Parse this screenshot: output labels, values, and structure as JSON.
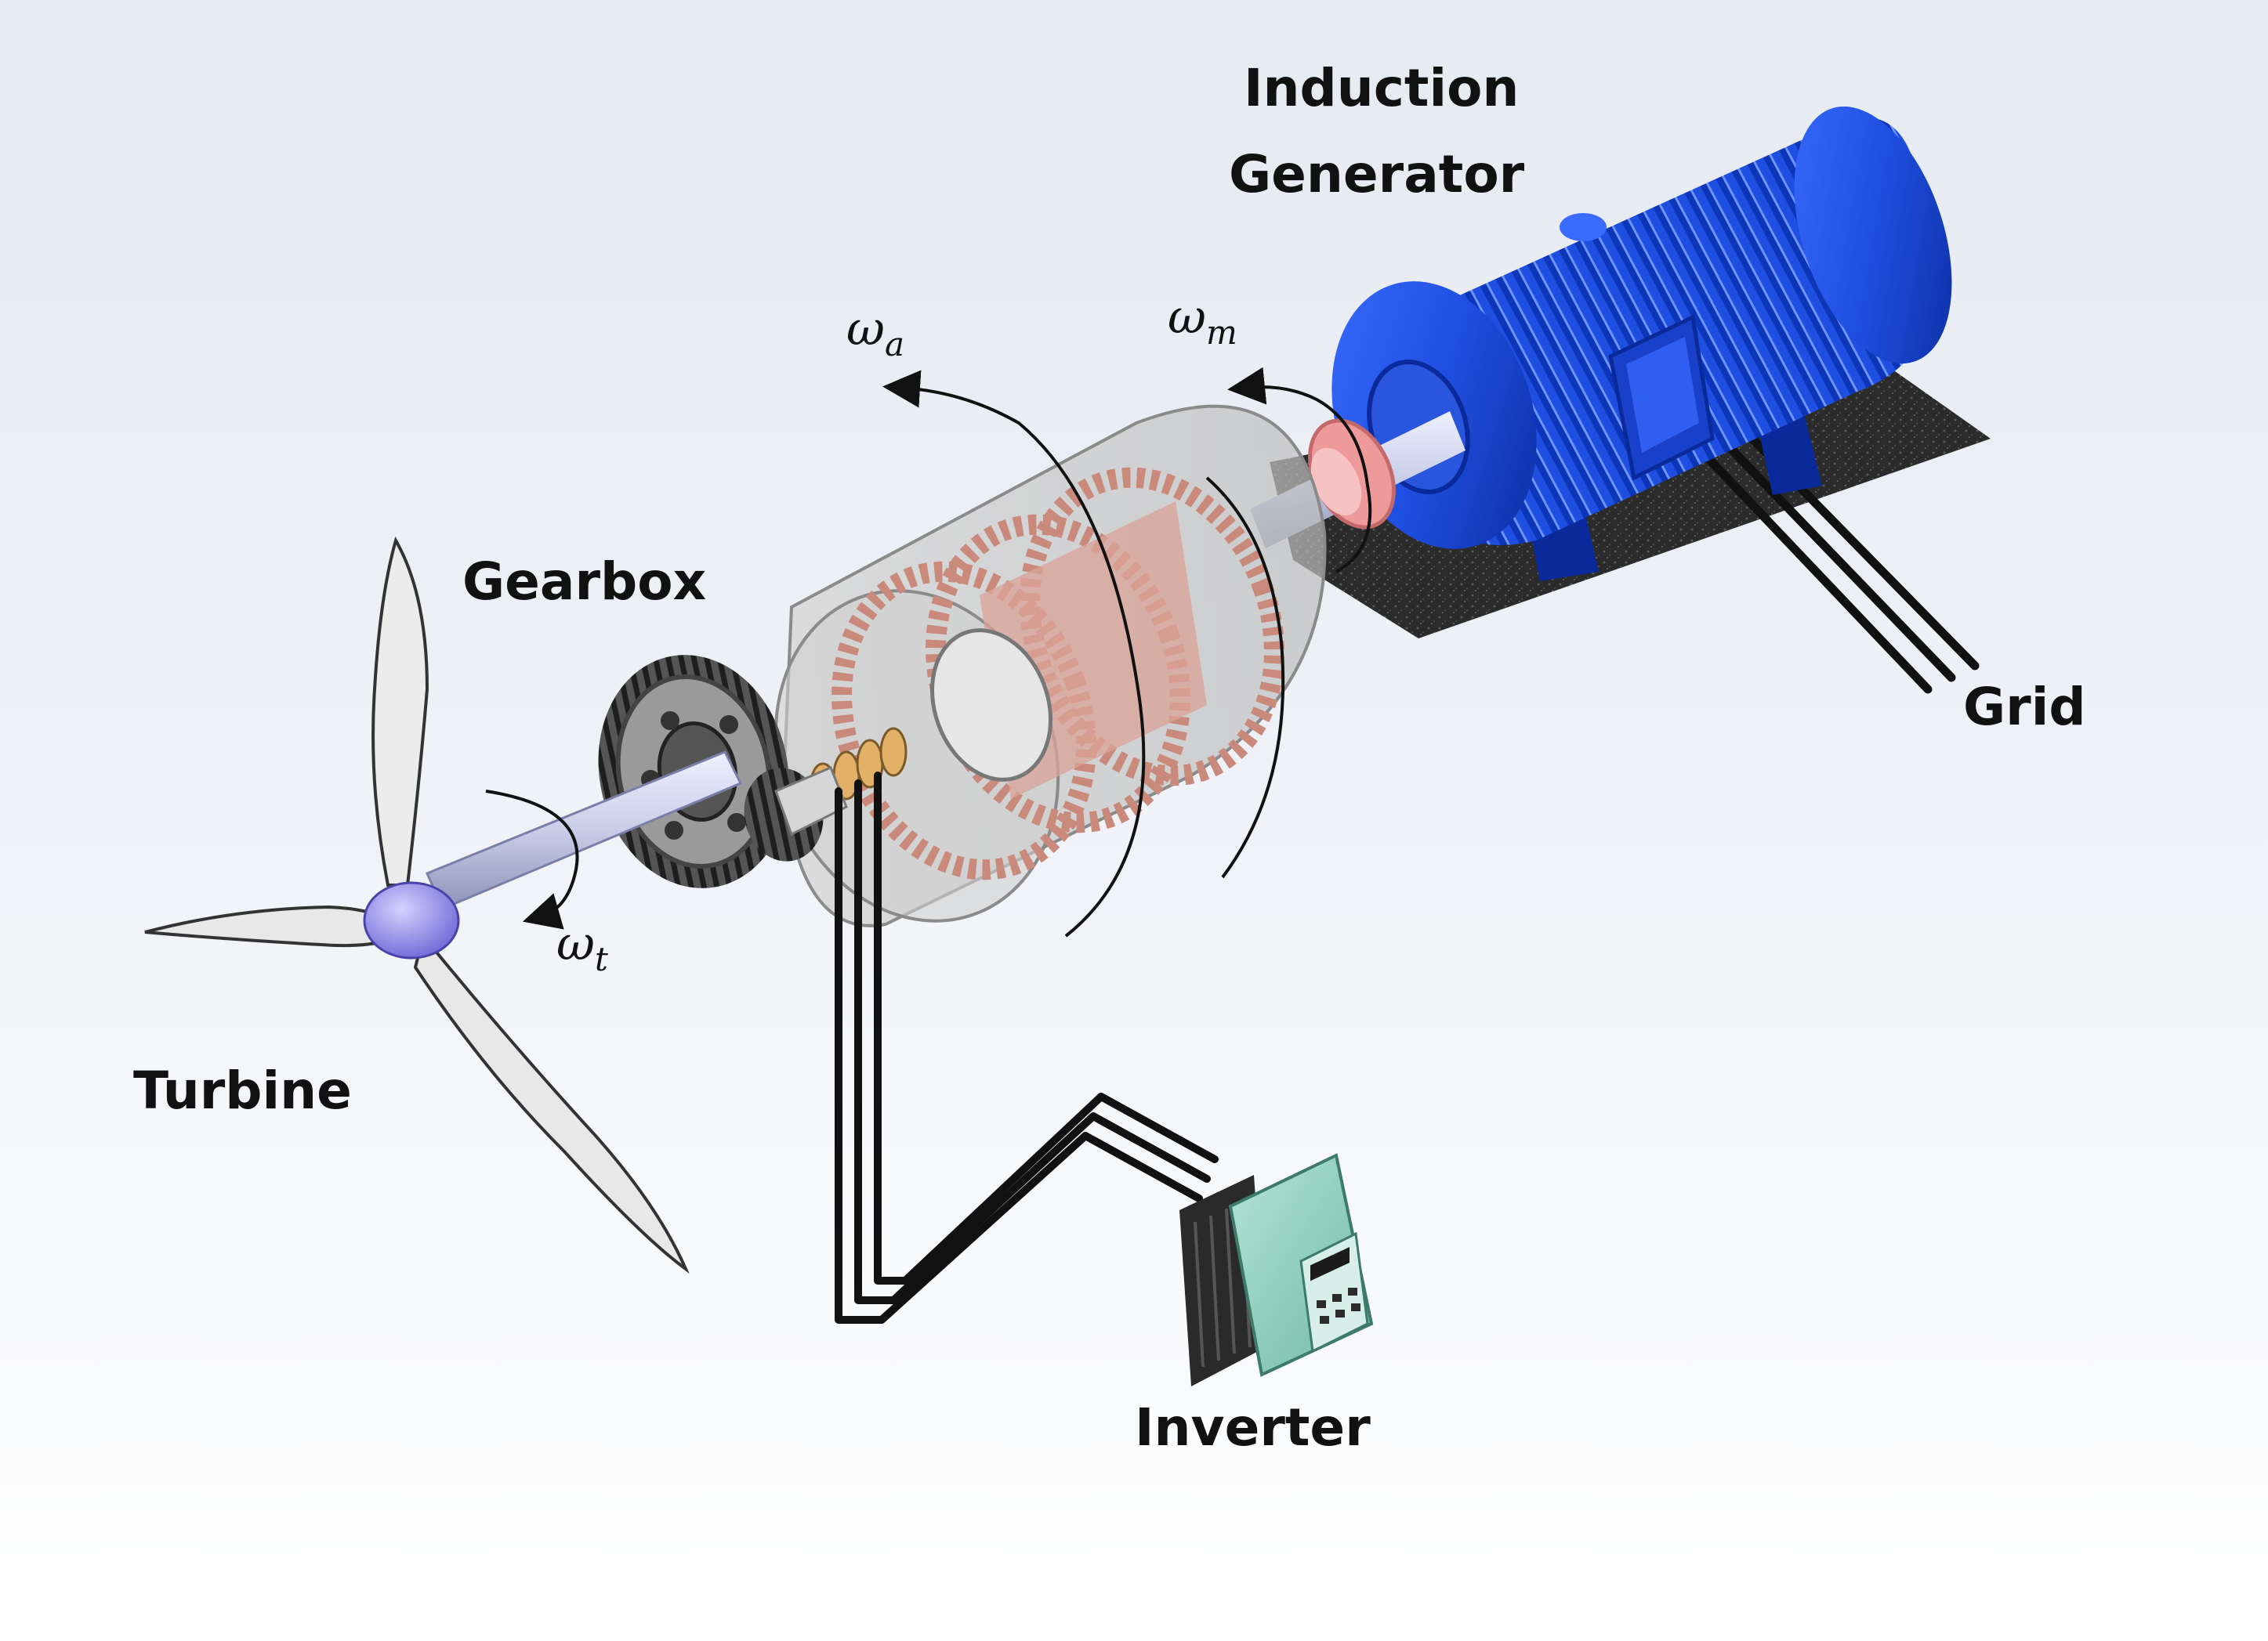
{
  "labels": {
    "induction_line1": "Induction",
    "induction_line2": "Generator",
    "gearbox": "Gearbox",
    "turbine": "Turbine",
    "grid": "Grid",
    "inverter": "Inverter"
  },
  "speeds": {
    "turbine": {
      "symbol": "ω",
      "subscript": "t"
    },
    "auxiliary": {
      "symbol": "ω",
      "subscript": "a"
    },
    "machine": {
      "symbol": "ω",
      "subscript": "m"
    }
  },
  "colors": {
    "background_top": "#dde3ec",
    "background_bottom": "#ffffff",
    "generator_blue": "#1f4fe0",
    "generator_dark": "#0a2a9c",
    "copper": "#c98a7c",
    "coupling_pink": "#ef9a9a",
    "inverter_teal": "#8fcfbd",
    "cable": "#111111",
    "base_mat": "#2b2b2b",
    "hub_lilac": "#8b86e6",
    "shaft": "#c9cde8"
  }
}
